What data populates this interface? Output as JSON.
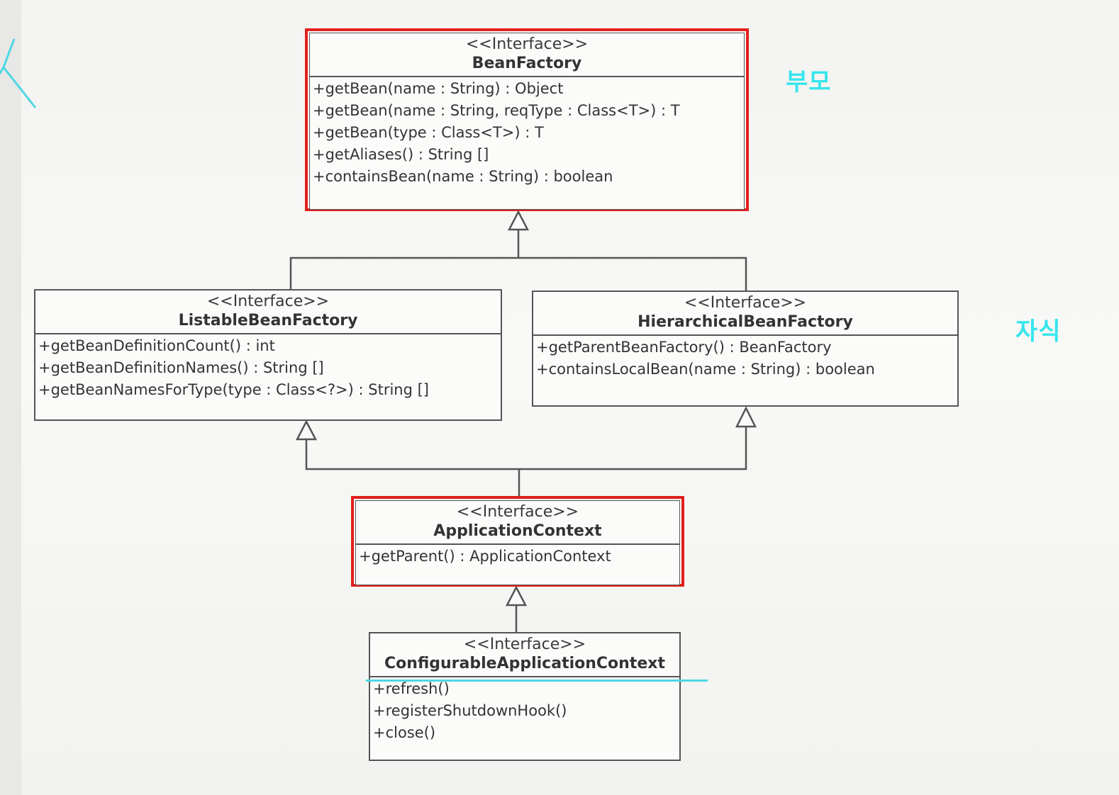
{
  "classes": {
    "bean_factory": {
      "stereotype": "<<Interface>>",
      "name": "BeanFactory",
      "methods": [
        "+getBean(name : String) : Object",
        "+getBean(name : String, reqType : Class<T>) : T",
        "+getBean(type : Class<T>) : T",
        "+getAliases() : String []",
        "+containsBean(name : String) : boolean"
      ]
    },
    "listable_bean_factory": {
      "stereotype": "<<Interface>>",
      "name": "ListableBeanFactory",
      "methods": [
        "+getBeanDefinitionCount() : int",
        "+getBeanDefinitionNames() : String []",
        "+getBeanNamesForType(type : Class<?>) : String []"
      ]
    },
    "hierarchical_bean_factory": {
      "stereotype": "<<Interface>>",
      "name": "HierarchicalBeanFactory",
      "methods": [
        "+getParentBeanFactory() : BeanFactory",
        "+containsLocalBean(name : String) : boolean"
      ]
    },
    "application_context": {
      "stereotype": "<<Interface>>",
      "name": "ApplicationContext",
      "methods": [
        "+getParent() : ApplicationContext"
      ]
    },
    "configurable_application_context": {
      "stereotype": "<<Interface>>",
      "name": "ConfigurableApplicationContext",
      "methods": [
        "+refresh()",
        "+registerShutdownHook()",
        "+close()"
      ]
    }
  },
  "annotations": {
    "parent_label": "부모",
    "child_label": "자식"
  },
  "colors": {
    "highlight": "#e2201c",
    "annotation": "#35e6ec",
    "line": "#555555"
  }
}
